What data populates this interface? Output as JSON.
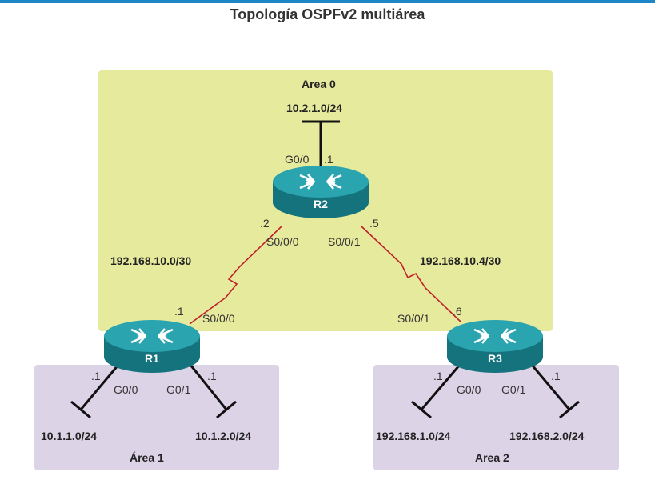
{
  "title": "Topología OSPFv2 multiárea",
  "areas": {
    "area0": "Area 0",
    "area1": "Área 1",
    "area2": "Area 2"
  },
  "routers": {
    "r1": "R1",
    "r2": "R2",
    "r3": "R3"
  },
  "lans": {
    "r2_lan": "10.2.1.0/24",
    "r1_lan0": "10.1.1.0/24",
    "r1_lan1": "10.1.2.0/24",
    "r3_lan0": "192.168.1.0/24",
    "r3_lan1": "192.168.2.0/24"
  },
  "wan": {
    "r1_r2": "192.168.10.0/30",
    "r2_r3": "192.168.10.4/30"
  },
  "interfaces": {
    "r2_g00": "G0/0",
    "r2_g00_ip": ".1",
    "r2_s000": "S0/0/0",
    "r2_s000_ip": ".2",
    "r2_s001": "S0/0/1",
    "r2_s001_ip": ".5",
    "r1_s000": "S0/0/0",
    "r1_s000_ip": ".1",
    "r1_g00": "G0/0",
    "r1_g00_ip": ".1",
    "r1_g01": "G0/1",
    "r1_g01_ip": ".1",
    "r3_s001": "S0/0/1",
    "r3_s001_ip": ".6",
    "r3_g00": "G0/0",
    "r3_g00_ip": ".1",
    "r3_g01": "G0/1",
    "r3_g01_ip": ".1"
  },
  "colors": {
    "header_rule": "#1d86c6",
    "area0_fill": "#e6ea9d",
    "stub_area_fill": "#ddd3e7",
    "serial_link": "#c0202a",
    "router_body": "#1b8c97"
  },
  "icons": {
    "router": "router-icon",
    "serial": "serial-zigzag-link",
    "lan": "ethernet-lan-segment"
  }
}
